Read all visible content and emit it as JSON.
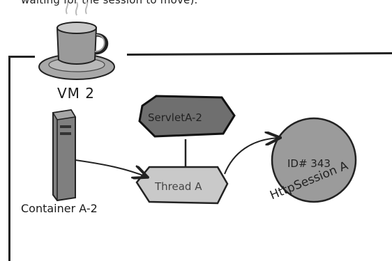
{
  "caption": "waiting for the session to move).",
  "vm_label": "VM 2",
  "container_label": "Container A-2",
  "servlet_label": "ServletA-2",
  "thread_label": "Thread A",
  "session_id": "ID# 343",
  "session_label": "HttpSession A"
}
